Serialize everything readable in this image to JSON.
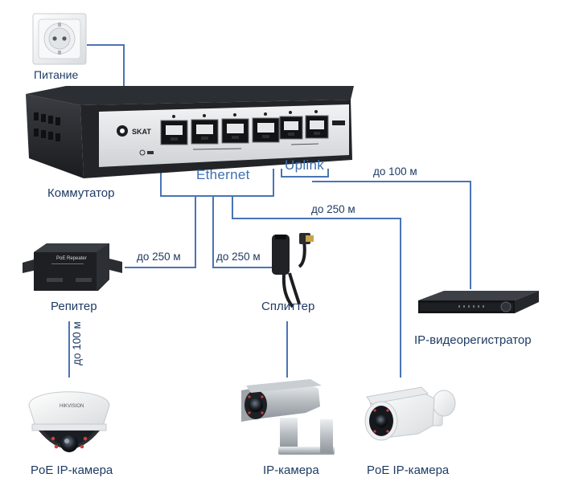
{
  "devices": {
    "power": "Питание",
    "switch": "Коммутатор",
    "switch_brand": "SKAT",
    "repeater": "Репитер",
    "repeater_caption": "PoE Repeater",
    "splitter": "Сплиттер",
    "nvr": "IP-видеорегистратор",
    "poe_camera_dome": "PoE IP-камера",
    "ip_camera": "IP-камера",
    "poe_camera_bullet": "PoE IP-камера",
    "dome_brand": "HIKVISION"
  },
  "port_groups": {
    "ethernet": "Ethernet",
    "uplink": "Uplink"
  },
  "distances": {
    "uplink_to_nvr": "до 100 м",
    "switch_to_bullet": "до 250 м",
    "switch_to_repeater": "до 250 м",
    "switch_to_splitter": "до 250 м",
    "repeater_to_dome": "до 100 м"
  },
  "colors": {
    "line": "#4a74b4",
    "text": "#1f3b63",
    "accent": "#3d6fb0"
  }
}
